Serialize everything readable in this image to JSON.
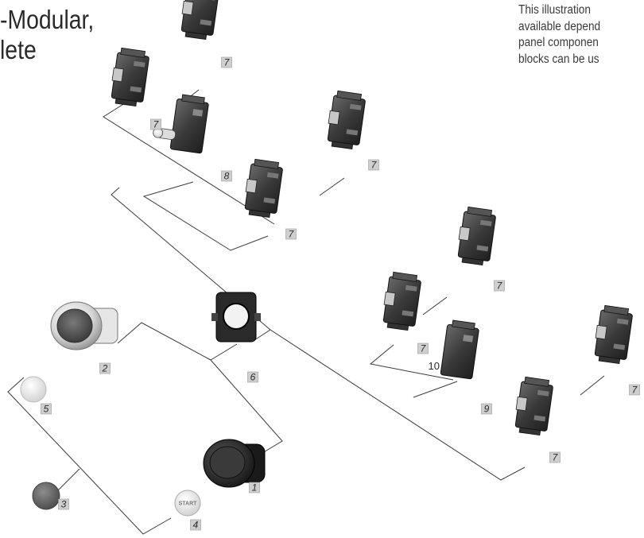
{
  "title_lines": [
    "-Modular,",
    "lete"
  ],
  "note_lines": [
    "This illustration",
    "available depend",
    "panel componen",
    "blocks can be us"
  ],
  "components": [
    {
      "id": "c7a",
      "type": "contact-block",
      "label": "7"
    },
    {
      "id": "c7b",
      "type": "contact-block",
      "label": "7"
    },
    {
      "id": "c8",
      "type": "lamp-block",
      "label": "8"
    },
    {
      "id": "c7c",
      "type": "contact-block",
      "label": "7"
    },
    {
      "id": "c7d",
      "type": "contact-block",
      "label": "7"
    },
    {
      "id": "c7e",
      "type": "contact-block",
      "label": "7"
    },
    {
      "id": "c7f",
      "type": "contact-block",
      "label": "7"
    },
    {
      "id": "c9",
      "type": "lamp-block",
      "label": "9"
    },
    {
      "id": "c10",
      "type": "lamp-bulb",
      "label": "10"
    },
    {
      "id": "c7g",
      "type": "contact-block",
      "label": "7"
    },
    {
      "id": "c7h",
      "type": "contact-block",
      "label": "7"
    },
    {
      "id": "c6",
      "type": "mounting-adapter",
      "label": "6"
    },
    {
      "id": "c2",
      "type": "illuminated-pushbutton",
      "label": "2"
    },
    {
      "id": "c5",
      "type": "lens-cap",
      "label": "5"
    },
    {
      "id": "c1",
      "type": "pushbutton",
      "label": "1"
    },
    {
      "id": "c3",
      "type": "colored-cap",
      "label": "3"
    },
    {
      "id": "c4",
      "type": "legend-cap",
      "label": "4",
      "cap_text": "START"
    }
  ]
}
